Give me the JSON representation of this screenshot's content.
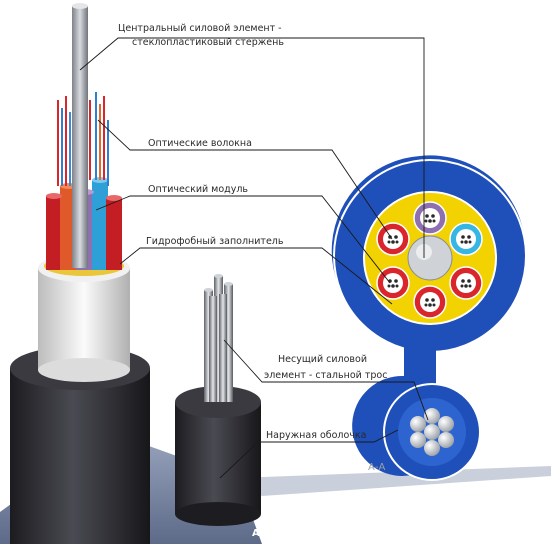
{
  "labels": {
    "central_member_line1": "Центральный силовой элемент -",
    "central_member_line2": "стеклопластиковый стержень",
    "optical_fibers": "Оптические волокна",
    "optical_module": "Оптический модуль",
    "hydrophobic_filler": "Гидрофобный заполнитель",
    "messenger_line1": "Несущий силовой",
    "messenger_line2": "элемент - стальной трос",
    "outer_sheath": "Наружная оболочка"
  },
  "section_marks": {
    "cross_section": "А-А",
    "section_plane": "А"
  },
  "colors": {
    "sheath_blue": "#1f4fb8",
    "filler_yellow": "#f2d200",
    "module_red": "#d8262c",
    "module_purple": "#8e6fb0",
    "module_light_blue": "#38b6e3",
    "sheath_black": "#2e2e33",
    "tube_white": "#ececec"
  }
}
